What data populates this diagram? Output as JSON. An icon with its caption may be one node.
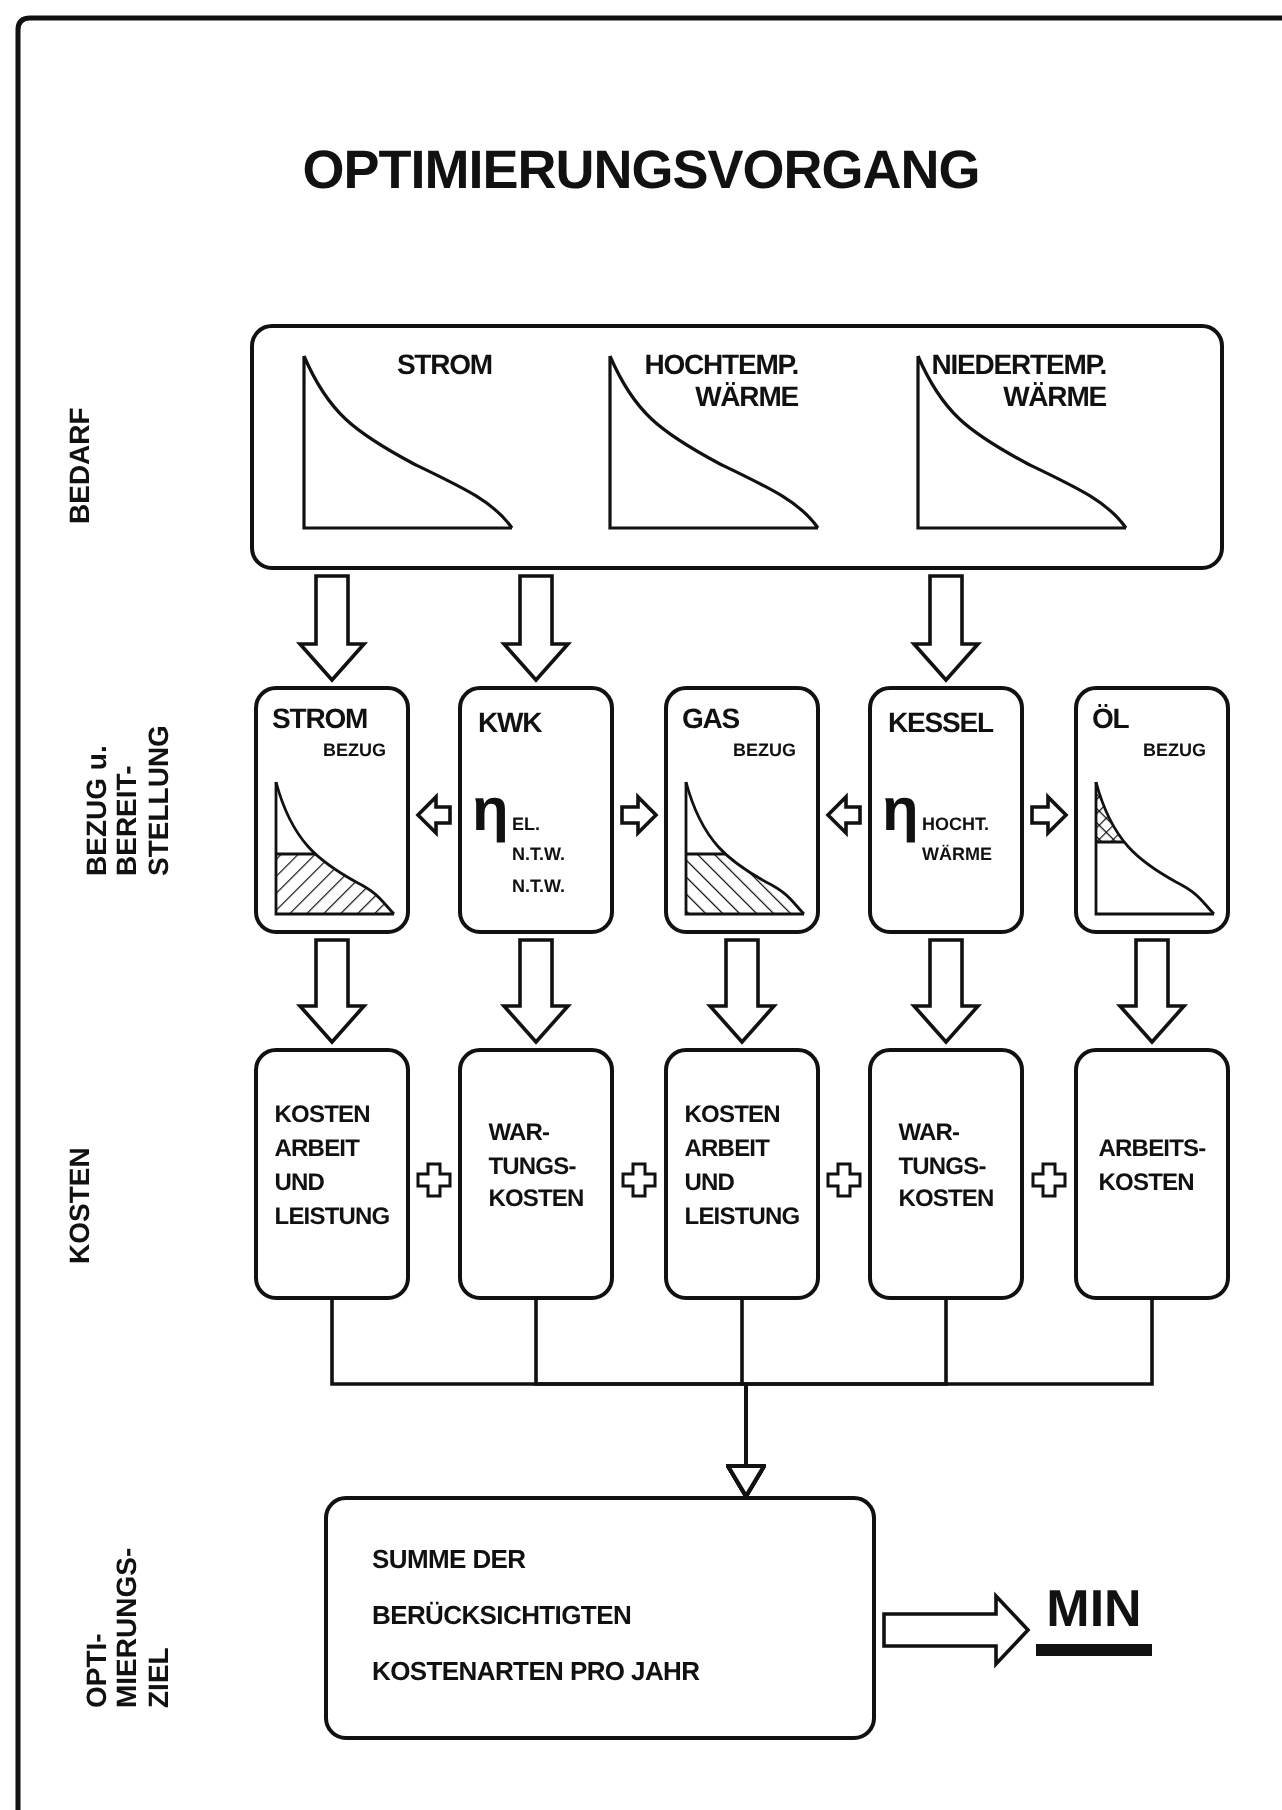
{
  "diagram": {
    "title": "OPTIMIERUNGSVORGANG",
    "nodes": [
      {
        "text": [],
        "shape": "box"
      },
      {
        "text": [
          "STROM"
        ],
        "in": 0
      },
      {
        "text": [
          "HOCHTEMP. WÄRME"
        ],
        "in": 0
      },
      {
        "text": [
          "NIEDERTEMP. WÄRME"
        ],
        "in": 0
      },
      {
        "text": [
          "STROM",
          "BEZUG"
        ]
      },
      {
        "text": [
          "KWK",
          "η",
          "EL. N.T.W. N.T.W."
        ]
      },
      {
        "text": [
          "GAS",
          "BEZUG"
        ]
      },
      {
        "text": [
          "KESSEL",
          "η",
          "HOCHT. WÄRME"
        ]
      },
      {
        "text": [
          "ÖL",
          "BEZUG"
        ]
      },
      {
        "text": [
          "KOSTEN ARBEIT UND LEISTUNG"
        ]
      },
      {
        "text": [
          "WAR- TUNGS- KOSTEN"
        ]
      },
      {
        "text": [
          "KOSTEN ARBEIT UND LEISTUNG"
        ]
      },
      {
        "text": [
          "WAR- TUNGS- KOSTEN"
        ]
      },
      {
        "text": [
          "ARBEITS- KOSTEN"
        ]
      },
      {
        "text": [
          "SUMME DER BERÜCKSICHTIGTEN KOSTENARTEN PRO JAHR"
        ]
      },
      {
        "text": [
          "MIN"
        ]
      }
    ],
    "edges": [
      {
        "from": 1,
        "to": 4,
        "arrow": "to"
      },
      {
        "from": 2,
        "to": 5,
        "arrow": "to"
      },
      {
        "from": 3,
        "to": 7,
        "arrow": "to"
      },
      {
        "from": 5,
        "to": 4,
        "arrow": "to"
      },
      {
        "from": 5,
        "to": 6,
        "arrow": "to"
      },
      {
        "from": 7,
        "to": 6,
        "arrow": "to"
      },
      {
        "from": 7,
        "to": 8,
        "arrow": "to"
      },
      {
        "from": 4,
        "to": 9,
        "arrow": "to"
      },
      {
        "from": 5,
        "to": 10,
        "arrow": "to"
      },
      {
        "from": 6,
        "to": 11,
        "arrow": "to"
      },
      {
        "from": 7,
        "to": 12,
        "arrow": "to"
      },
      {
        "from": 8,
        "to": 13,
        "arrow": "to"
      },
      {
        "from": 9,
        "to": 14,
        "arrow": "to"
      },
      {
        "from": 10,
        "to": 14,
        "arrow": "to"
      },
      {
        "from": 11,
        "to": 14,
        "arrow": "to"
      },
      {
        "from": 12,
        "to": 14,
        "arrow": "to"
      },
      {
        "from": 13,
        "to": 14,
        "arrow": "to"
      },
      {
        "from": 14,
        "to": 15,
        "arrow": "to"
      }
    ],
    "labels": [
      "BEDARF",
      "BEZUG u. BEREIT- STELLUNG",
      "KOSTEN",
      "OPTI- MIERUNGS- ZIEL"
    ]
  }
}
